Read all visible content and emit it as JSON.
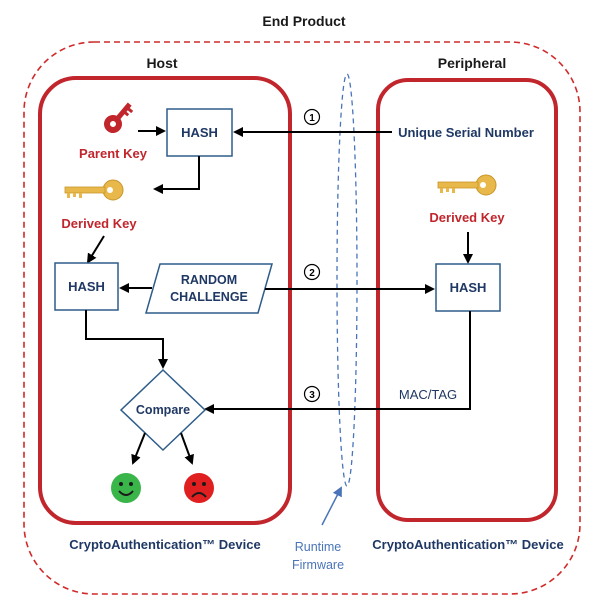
{
  "title": "End Product",
  "host": {
    "label": "Host",
    "device_label": "CryptoAuthentication™ Device",
    "parent_key": "Parent Key",
    "derived_key": "Derived Key",
    "hash_top": "HASH",
    "hash_mid": "HASH",
    "random_line1": "RANDOM",
    "random_line2": "CHALLENGE",
    "compare": "Compare"
  },
  "peripheral": {
    "label": "Peripheral",
    "device_label": "CryptoAuthentication™ Device",
    "serial": "Unique Serial Number",
    "derived_key": "Derived Key",
    "hash": "HASH",
    "mac": "MAC/TAG"
  },
  "steps": [
    "1",
    "2",
    "3"
  ],
  "runtime": {
    "line1": "Runtime",
    "line2": "Firmware"
  },
  "colors": {
    "device_border": "#c0262c",
    "outer_dash": "#d02a2a",
    "box_border": "#2f5d8a",
    "label_blue": "#1f3864",
    "label_red": "#c0262c",
    "runtime_blue": "#4a74b8",
    "key_red": "#c0262c",
    "key_gold": "#e8b84a",
    "happy": "#3ab54a",
    "sad": "#e02020"
  },
  "icons": {
    "parent_key": "red-key-icon",
    "derived_key_host": "gold-key-icon",
    "derived_key_peripheral": "gold-key-icon",
    "pass": "happy-face-icon",
    "fail": "sad-face-icon"
  }
}
